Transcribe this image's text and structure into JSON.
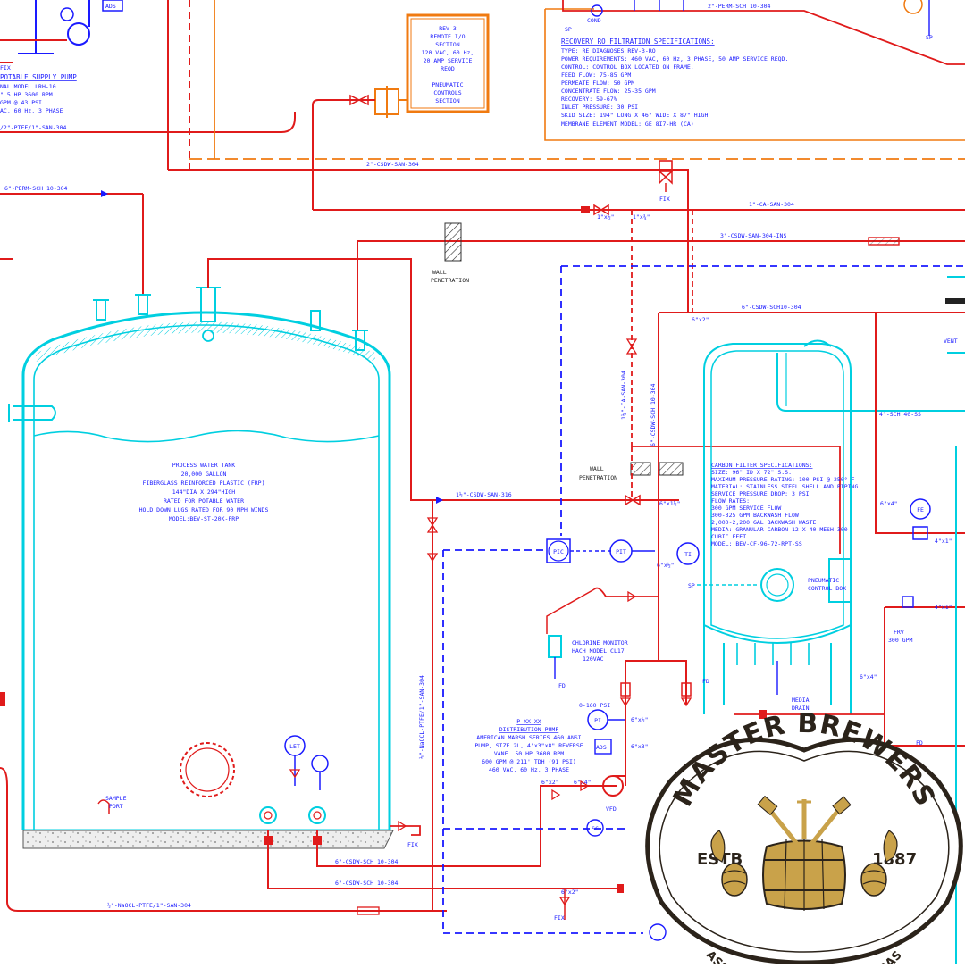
{
  "colors": {
    "process_red": "#e01b1b",
    "signal_blue": "#1a1aff",
    "vessel_cyan": "#00cfe0",
    "pneumatic_orange": "#f07a10",
    "logo_gold": "#c9a24a",
    "logo_dark": "#2b231a"
  },
  "top": {
    "ads_label": "ADS",
    "fix_label": "FIX",
    "potable_supply_pump_title": "POTABLE SUPPLY PUMP",
    "potable_supply_pump_lines": [
      "NAL MODEL LRH-10",
      "\" 5 HP 3600 RPM",
      "GPM @ 43 PSI",
      "AC, 60 Hz, 3 PHASE"
    ],
    "potable_line": "/2\"-PTFE/1\"-SAN-304",
    "cond_label": "COND",
    "sp_label": "SP",
    "perm_line_top": "2\"-PERM-SCH 10-304"
  },
  "controls_box": {
    "lines": [
      "REV 3",
      "REMOTE I/O",
      "SECTION",
      "120 VAC, 60 Hz,",
      "20 AMP SERVICE",
      "REQD",
      "",
      "PNEUMATIC",
      "CONTROLS",
      "SECTION"
    ]
  },
  "ro_specs": {
    "title": "RECOVERY RO FILTRATION SPECIFICATIONS:",
    "lines": [
      "TYPE: RE DIAGNOSES REV-3-RO",
      "POWER REQUIREMENTS: 460 VAC, 60 Hz, 3 PHASE, 50 AMP SERVICE REQD.",
      "CONTROL: CONTROL BOX LOCATED ON FRAME.",
      "FEED FLOW: 75-85 GPM",
      "PERMEATE FLOW: 50 GPM",
      "CONCENTRATE FLOW: 25-35 GPM",
      "RECOVERY: 59-67%",
      "INLET PRESSURE: 30 PSI",
      "SKID SIZE: 194\" LONG X 46\" WIDE X 87\" HIGH",
      "MEMBRANE ELEMENT MODEL: GE 8I7-HR (CA)"
    ]
  },
  "lines": {
    "perm_left": "6\"-PERM-SCH 10-304",
    "csdw_2in": "2\"-CSDW-SAN-304",
    "ca_1in": "1\"-CA-SAN-304",
    "csdw_3in_ins": "3\"-CSDW-SAN-304-INS",
    "csdw_6in_sch10": "6\"-CSDW-SCH10-304",
    "csdw_1_5in": "1½\"-CSDW-SAN-316",
    "ca_vertical": "1½\"-CA-SAN-304",
    "csdw_vertical": "6\"-CSDW-SCH 10-304",
    "sch40_4in": "4\"-SCH 40-SS",
    "naocl_vertical": "½\"-NaOCL-PTFE/1\"-SAN-304",
    "bottom_1": "6\"-CSDW-SCH 10-304",
    "bottom_2": "6\"-CSDW-SCH 10-304",
    "bottom_naocl": "½\"-NaOCL-PTFE/1\"-SAN-304"
  },
  "labels": {
    "wall_penetration": "WALL\nPENETRATION",
    "wall_penetration_2": "WALL\nPENETRATION",
    "fix": "FIX",
    "vent": "VENT",
    "reducer_1": "1\"x½\"",
    "reducer_2": "1\"x¾\"",
    "reducer_3": "6\"x2\"",
    "reducer_4": "6\"x1½\"",
    "reducer_5": "6\"x4\"",
    "reducer_6": "4\"x1\"",
    "reducer_7": "4\"x1\"",
    "reducer_8": "6\"x½\"",
    "reducer_9": "6\"x½\"",
    "reducer_10": "6\"x3\"",
    "reducer_11": "6\"x2\"",
    "reducer_12": "6\"x4\"",
    "reducer_13": "6\"x2\"",
    "pic": "PIC",
    "pit": "PIT",
    "ti": "TI",
    "pi": "PI",
    "fe": "FE",
    "let": "LET",
    "vfd": "VFD",
    "sc": "SC",
    "sp": "SP",
    "fd": "FD",
    "ads": "ADS",
    "pressure_range": "0-160 PSI",
    "frv": "FRV",
    "frv_flow": "300 GPM",
    "media_drain": "MEDIA\nDRAIN",
    "pneumatic_box": "PNEUMATIC\nCONTROL BOX",
    "sample_port": "SAMPLE\nPORT"
  },
  "tank": {
    "lines": [
      "PROCESS WATER TANK",
      "20,000 GALLON",
      "FIBERGLASS REINFORCED PLASTIC (FRP)",
      "144\"DIA X 294\"HIGH",
      "RATED FOR POTABLE WATER",
      "HOLD DOWN LUGS RATED FOR 90 MPH WINDS",
      "MODEL:BEV-ST-20K-FRP"
    ]
  },
  "chlorine": {
    "lines": [
      "CHLORINE MONITOR",
      "HACH MODEL CL17",
      "120VAC"
    ]
  },
  "pump": {
    "lines": [
      "P-XX-XX",
      "DISTRIBUTION PUMP",
      "AMERICAN MARSH SERIES 460 ANSI",
      "PUMP, SIZE 2L, 4\"x3\"x8\" REVERSE",
      "VANE. 50 HP 3600 RPM",
      "600 GPM @ 211' TDH (91 PSI)",
      "460 VAC, 60 Hz, 3 PHASE"
    ]
  },
  "carbon": {
    "lines": [
      "CARBON FILTER SPECIFICATIONS:",
      "SIZE: 96\" ID X 72\" S.S.",
      "MAXIMUM PRESSURE RATING: 100 PSI @ 250° F",
      "MATERIAL: STAINLESS STEEL SHELL AND PIPING",
      "SERVICE PRESSURE DROP: 3 PSI",
      "FLOW RATES:",
      "300 GPM SERVICE FLOW",
      "300-325 GPM BACKWASH FLOW",
      "2,000-2,200 GAL BACKWASH WASTE",
      "MEDIA: GRANULAR CARBON 12 X 40 MESH 300",
      "CUBIC FEET",
      "MODEL: BEV-CF-96-72-RPT-SS"
    ]
  },
  "logo": {
    "title": "MASTER BREWERS",
    "estb": "ESTB",
    "year": "1887",
    "subtitle": "ASSOCIATION OF THE AMERICAS"
  }
}
